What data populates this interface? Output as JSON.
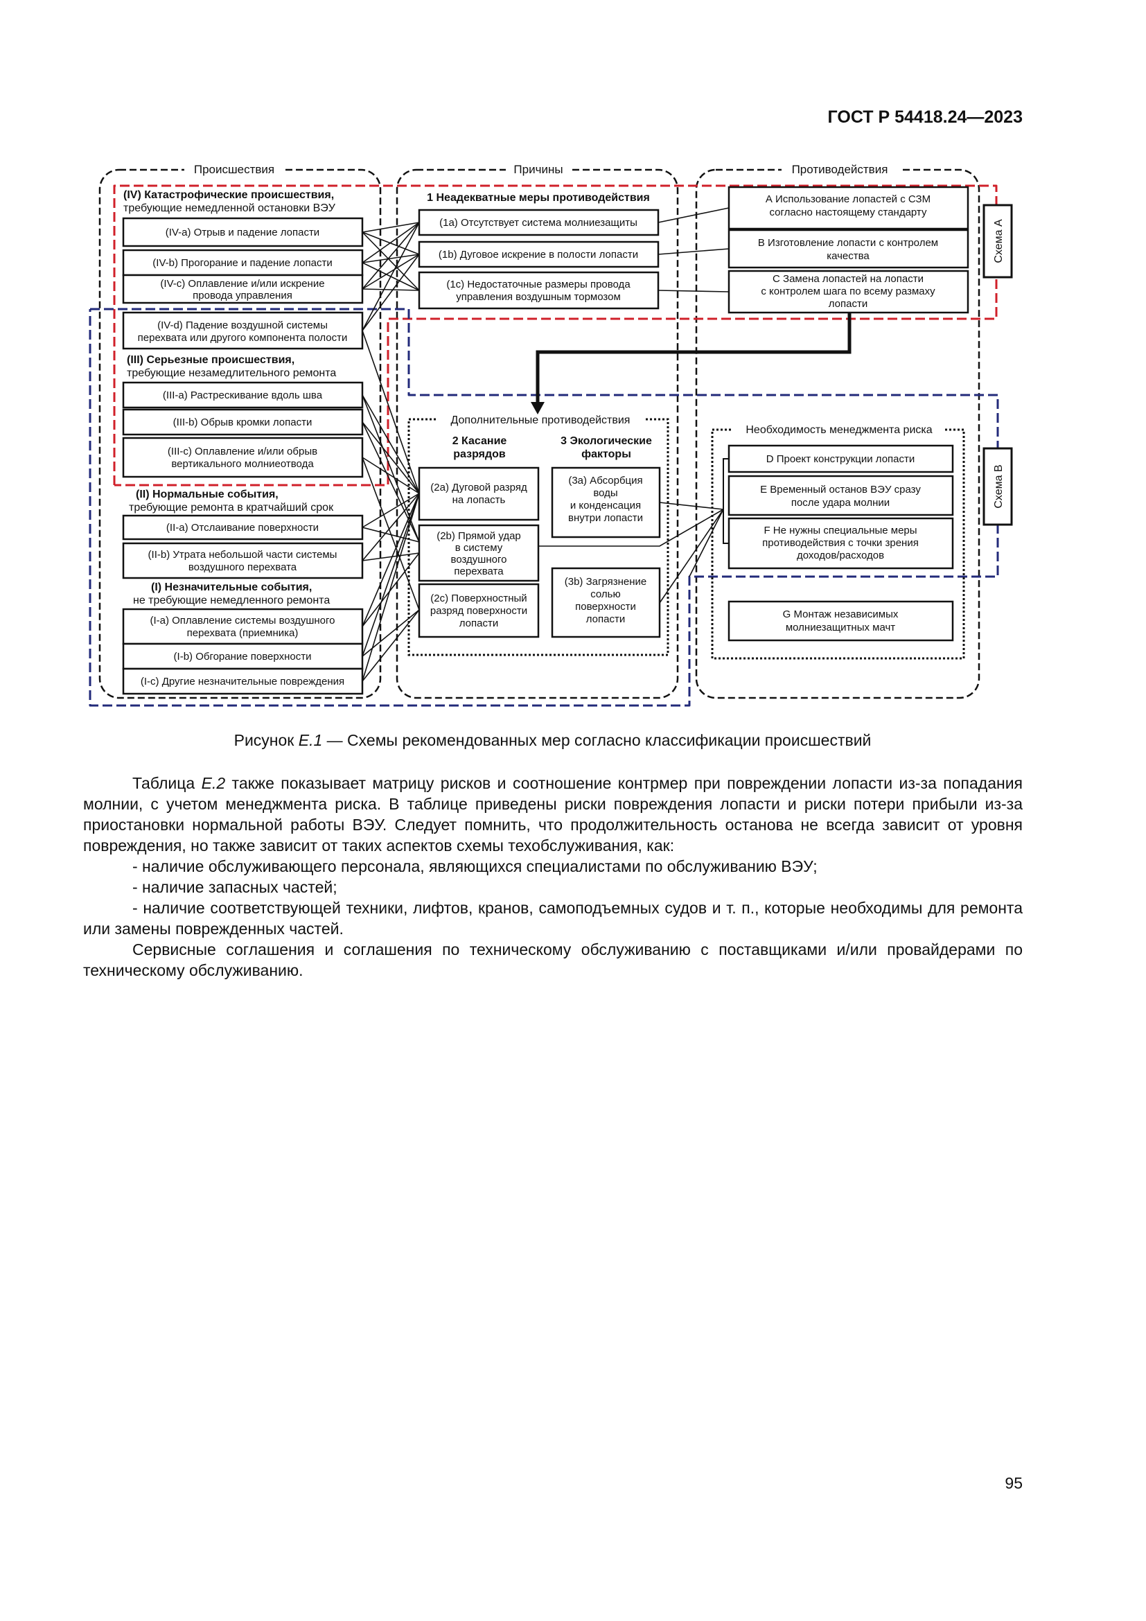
{
  "header": {
    "doc_code": "ГОСТ Р 54418.24—2023"
  },
  "diagram": {
    "panels": {
      "incidents": "Происшествия",
      "causes": "Причины",
      "countermeasures": "Противодействия"
    },
    "scheme_a": "Схема А",
    "scheme_b": "Схема В",
    "cat_iv_title": "(IV)  Катастрофические происшествия,",
    "cat_iv_sub": "требующие немедленной остановки ВЭУ",
    "iv_a": "(IV-a) Отрыв и падение лопасти",
    "iv_b": "(IV-b) Прогорание и падение лопасти",
    "iv_c_1": "(IV-c) Оплавление и/или искрение",
    "iv_c_2": "провода управления",
    "iv_d_1": "(IV-d) Падение воздушной системы",
    "iv_d_2": "перехвата или другого компонента полости",
    "cat_iii_title": "(III)  Серьезные происшествия,",
    "cat_iii_sub": "требующие незамедлительного ремонта",
    "iii_a": "(III-a) Растрескивание вдоль шва",
    "iii_b": "(III-b) Обрыв кромки лопасти",
    "iii_c_1": "(III-c) Оплавление и/или обрыв",
    "iii_c_2": "вертикального молниеотвода",
    "cat_ii_title": "(II)  Нормальные события,",
    "cat_ii_sub": "требующие ремонта в кратчайший срок",
    "ii_a": "(II-a) Отслаивание поверхности",
    "ii_b_1": "(II-b) Утрата небольшой части системы",
    "ii_b_2": "воздушного перехвата",
    "cat_i_title": "(I)  Незначительные события,",
    "cat_i_sub": "не требующие немедленного ремонта",
    "i_a_1": "(I-a) Оплавление системы воздушного",
    "i_a_2": "перехвата (приемника)",
    "i_b": "(I-b) Обгорание поверхности",
    "i_c": "(I-c) Другие незначительные повреждения",
    "cause1_title": "1 Неадекватные меры противодействия",
    "c1a": "(1a) Отсутствует система молниезащиты",
    "c1b": "(1b) Дуговое искрение в полости лопасти",
    "c1c_1": "(1c) Недостаточные размеры провода",
    "c1c_2": "управления воздушным тормозом",
    "additional": "Дополнительные противодействия",
    "cause2_1": "2 Касание",
    "cause2_2": "разрядов",
    "cause3_1": "3 Экологические",
    "cause3_2": "факторы",
    "c2a_1": "(2a) Дуговой разряд",
    "c2a_2": "на лопасть",
    "c2b_1": "(2b) Прямой удар",
    "c2b_2": "в систему",
    "c2b_3": "воздушного",
    "c2b_4": "перехвата",
    "c2c_1": "(2c) Поверхностный",
    "c2c_2": "разряд поверхности",
    "c2c_3": "лопасти",
    "c3a_1": "(3a) Абсорбция",
    "c3a_2": "воды",
    "c3a_3": "и конденсация",
    "c3a_4": "внутри лопасти",
    "c3b_1": "(3b) Загрязнение",
    "c3b_2": "солью",
    "c3b_3": "поверхности",
    "c3b_4": "лопасти",
    "a_1": "А Использование лопастей с СЗМ",
    "a_2": "согласно настоящему стандарту",
    "b_1": "В Изготовление лопасти с контролем",
    "b_2": "качества",
    "cm_c_1": "С Замена лопастей на лопасти",
    "cm_c_2": "с контролем шага по всему размаху",
    "cm_c_3": "лопасти",
    "risk_mgmt": "Необходимость менеджмента риска",
    "d": "D Проект конструкции лопасти",
    "e_1": "Е Временный останов ВЭУ сразу",
    "e_2": "после удара молнии",
    "f_1": "F Не нужны специальные меры",
    "f_2": "противодействия с точки зрения",
    "f_3": "доходов/расходов",
    "g_1": "G Монтаж независимых",
    "g_2": "молниезащитных мачт"
  },
  "caption": {
    "prefix": "Рисунок ",
    "ref": "Е.1",
    "text": " — Схемы рекомендованных мер согласно классификации происшествий"
  },
  "body": {
    "p1_prefix": "Таблица ",
    "p1_ref": "Е.2",
    "p1_text": " также показывает матрицу рисков и соотношение контрмер при повреждении лопасти из-за попадания молнии, с учетом менеджмента риска. В таблице приведены риски повреждения лопасти и риски потери прибыли из-за приостановки нормальной работы ВЭУ. Следует помнить, что продолжительность останова не всегда зависит от уровня повреждения, но также зависит от таких аспектов схемы техобслуживания, как:",
    "item1": "- наличие обслуживающего персонала, являющихся специалистами по обслуживанию ВЭУ;",
    "item2": "- наличие запасных частей;",
    "item3": "- наличие соответствующей техники, лифтов, кранов, самоподъемных судов и т. п., которые необходимы для ремонта или замены поврежденных частей.",
    "p2": "Сервисные соглашения и соглашения по техническому обслуживанию с поставщиками и/или провайдерами по техническому обслуживанию."
  },
  "page_number": "95"
}
